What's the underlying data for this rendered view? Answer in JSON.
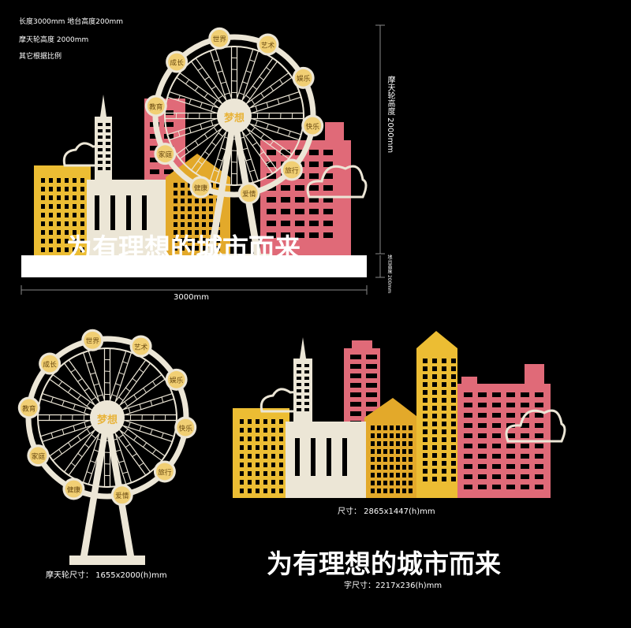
{
  "notes": {
    "line1": "长度3000mm   地台高度200mm",
    "line2": "摩天轮高度 2000mm",
    "line3": "其它根据比例"
  },
  "dimensions": {
    "wheel_height": "摩天轮高度 2000mm",
    "platform_height": "地台高度 200mm",
    "total_width": "3000mm"
  },
  "slogan": "为有理想的城市而来",
  "wheel": {
    "hub_label": "梦想",
    "cabins": [
      "世界",
      "艺术",
      "娱乐",
      "快乐",
      "旅行",
      "爱情",
      "健康",
      "家庭",
      "教育",
      "成长"
    ]
  },
  "captions": {
    "wheel_size": "摩天轮尺寸： 1655x2000(h)mm",
    "city_size": "尺寸： 2865x1447(h)mm",
    "text_size": "字尺寸：2217x236(h)mm"
  },
  "colors": {
    "background": "#000000",
    "cream": "#ece6d6",
    "yellow": "#ecbd33",
    "dark_yellow": "#e3a92a",
    "pink": "#e06a78",
    "cabin": "#f1cf74",
    "hub_text": "#e8b43c"
  }
}
